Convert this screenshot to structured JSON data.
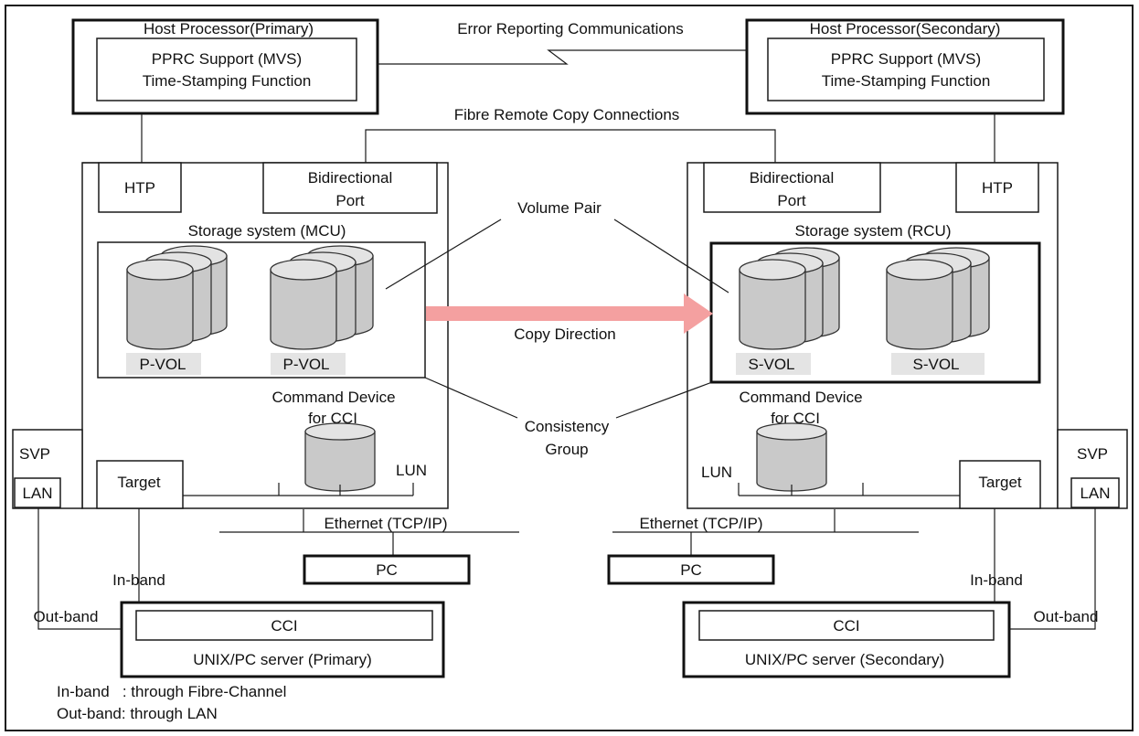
{
  "host_primary": {
    "title": "Host Processor(Primary)",
    "line1": "PPRC Support (MVS)",
    "line2": "Time-Stamping Function"
  },
  "host_secondary": {
    "title": "Host Processor(Secondary)",
    "line1": "PPRC Support (MVS)",
    "line2": "Time-Stamping Function"
  },
  "error_reporting_label": "Error Reporting Communications",
  "fibre_label": "Fibre Remote Copy Connections",
  "mcu": {
    "htp": "HTP",
    "port_line1": "Bidirectional",
    "port_line2": "Port",
    "title": "Storage system (MCU)",
    "vol1": "P-VOL",
    "vol2": "P-VOL",
    "cmd_line1": "Command Device",
    "cmd_line2": "for CCI",
    "lun": "LUN",
    "target": "Target",
    "svp": "SVP",
    "lan": "LAN"
  },
  "rcu": {
    "htp": "HTP",
    "port_line1": "Bidirectional",
    "port_line2": "Port",
    "title": "Storage system (RCU)",
    "vol1": "S-VOL",
    "vol2": "S-VOL",
    "cmd_line1": "Command Device",
    "cmd_line2": "for CCI",
    "lun": "LUN",
    "target": "Target",
    "svp": "SVP",
    "lan": "LAN"
  },
  "volume_pair_label": "Volume Pair",
  "copy_direction_label": "Copy Direction",
  "consistency_line1": "Consistency",
  "consistency_line2": "Group",
  "ethernet_left": "Ethernet (TCP/IP)",
  "ethernet_right": "Ethernet (TCP/IP)",
  "pc_left": "PC",
  "pc_right": "PC",
  "inband_left": "In-band",
  "inband_right": "In-band",
  "outband_left": "Out-band",
  "outband_right": "Out-band",
  "cci_left": "CCI",
  "cci_right": "CCI",
  "server_primary": "UNIX/PC server (Primary)",
  "server_secondary": "UNIX/PC server (Secondary)",
  "legend_inband": "In-band   : through Fibre-Channel",
  "legend_outband": "Out-band: through LAN",
  "colors": {
    "arrow": "#f4a0a0",
    "cylinder": "#c9c9c9",
    "line": "#1a1a1a"
  }
}
